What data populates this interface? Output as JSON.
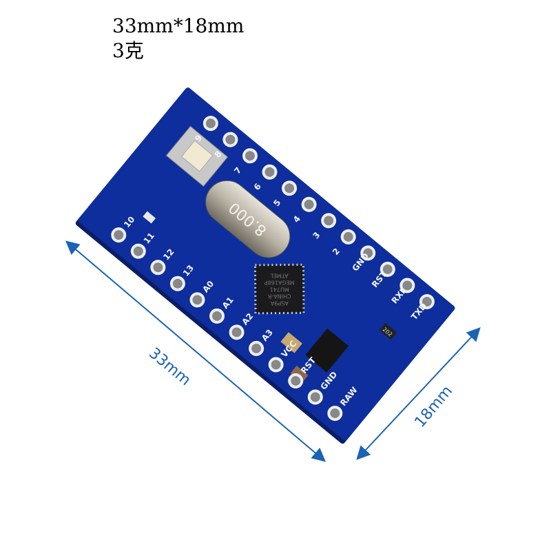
{
  "caption": {
    "size": "33mm*18mm",
    "weight": "3克"
  },
  "dimensions": {
    "length": "33mm",
    "width": "18mm"
  },
  "board": {
    "bottom_pins": [
      "10",
      "11",
      "12",
      "13",
      "A0",
      "A1",
      "A2",
      "A3",
      "VCC",
      "RST",
      "GND",
      "RAW"
    ],
    "top_pins": [
      "9",
      "8",
      "7",
      "6",
      "5",
      "4",
      "3",
      "2",
      "GND",
      "RST",
      "RXI",
      "TXD"
    ],
    "crystal": "8.000",
    "chip_lines": [
      "ATMEL",
      "MEGA168P",
      "MU741",
      "CHINA-R",
      "ASP9A"
    ],
    "resistor": "202",
    "colors": {
      "pcb": "#0d2e9c",
      "arrow": "#1a63b5"
    }
  }
}
